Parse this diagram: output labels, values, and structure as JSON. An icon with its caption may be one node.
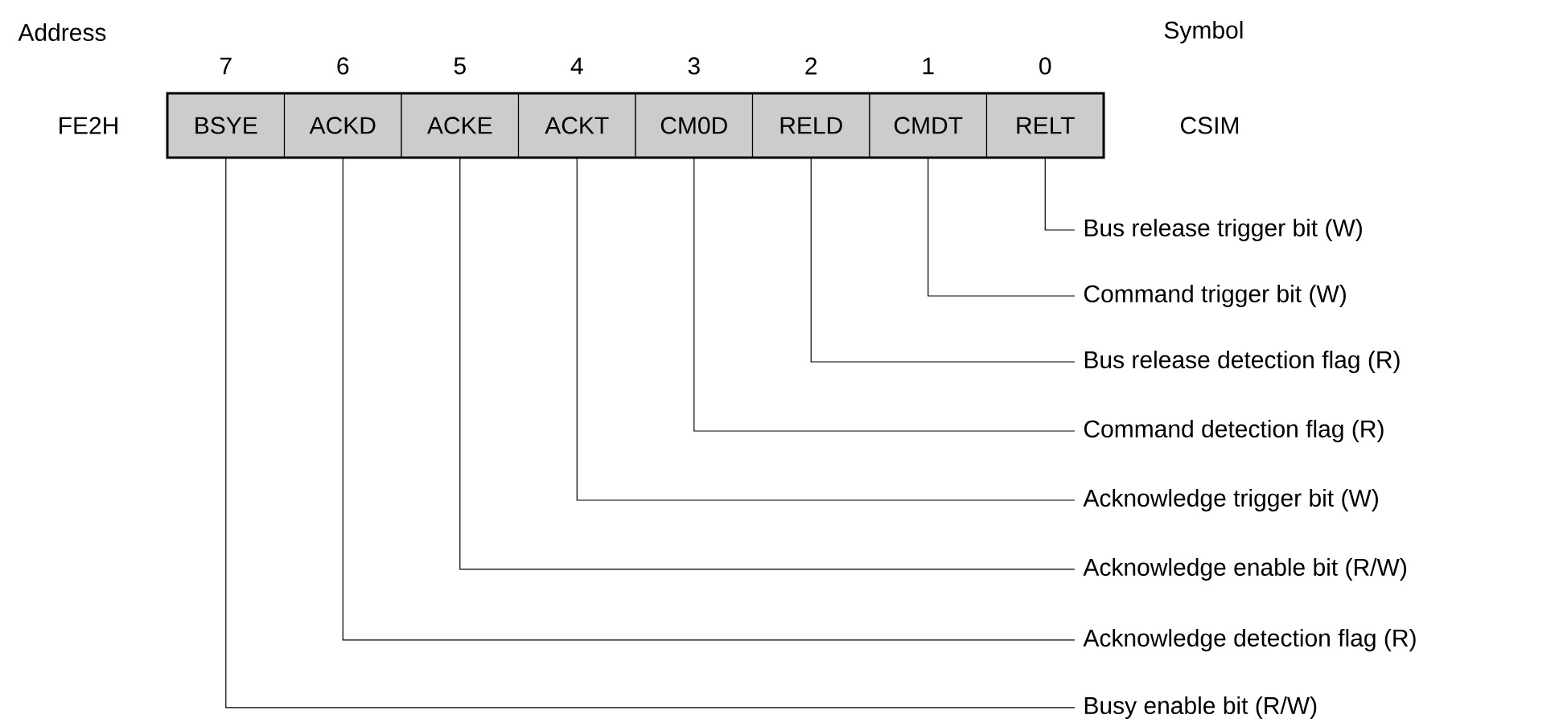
{
  "diagram": {
    "nodes": [
      {
        "text": [
          "BSYE"
        ]
      },
      {
        "text": [
          "ACKD"
        ]
      },
      {
        "text": [
          "ACKE"
        ]
      },
      {
        "text": [
          "ACKT"
        ]
      },
      {
        "text": [
          "CM0D"
        ]
      },
      {
        "text": [
          "RELD"
        ]
      },
      {
        "text": [
          "CMDT"
        ]
      },
      {
        "text": [
          "RELT"
        ]
      },
      {
        "text": [
          "Bus release trigger bit (W)"
        ]
      },
      {
        "text": [
          "Command trigger bit (W)"
        ]
      },
      {
        "text": [
          "Bus release detection flag (R)"
        ]
      },
      {
        "text": [
          "Command detection flag (R)"
        ]
      },
      {
        "text": [
          "Acknowledge trigger bit (W)"
        ]
      },
      {
        "text": [
          "Acknowledge enable bit (R/W)"
        ]
      },
      {
        "text": [
          "Acknowledge detection flag (R)"
        ]
      },
      {
        "text": [
          "Busy enable bit (R/W)"
        ]
      }
    ],
    "edges": [
      {
        "from": 7,
        "to": 8,
        "arrow": "none"
      },
      {
        "from": 6,
        "to": 9,
        "arrow": "none"
      },
      {
        "from": 5,
        "to": 10,
        "arrow": "none"
      },
      {
        "from": 4,
        "to": 11,
        "arrow": "none"
      },
      {
        "from": 3,
        "to": 12,
        "arrow": "none"
      },
      {
        "from": 2,
        "to": 13,
        "arrow": "none"
      },
      {
        "from": 1,
        "to": 14,
        "arrow": "none"
      },
      {
        "from": 0,
        "to": 15,
        "arrow": "none"
      }
    ],
    "labels": [
      "Address",
      "Symbol",
      "7",
      "6",
      "5",
      "4",
      "3",
      "2",
      "1",
      "0",
      "FE2H",
      "CSIM"
    ]
  }
}
